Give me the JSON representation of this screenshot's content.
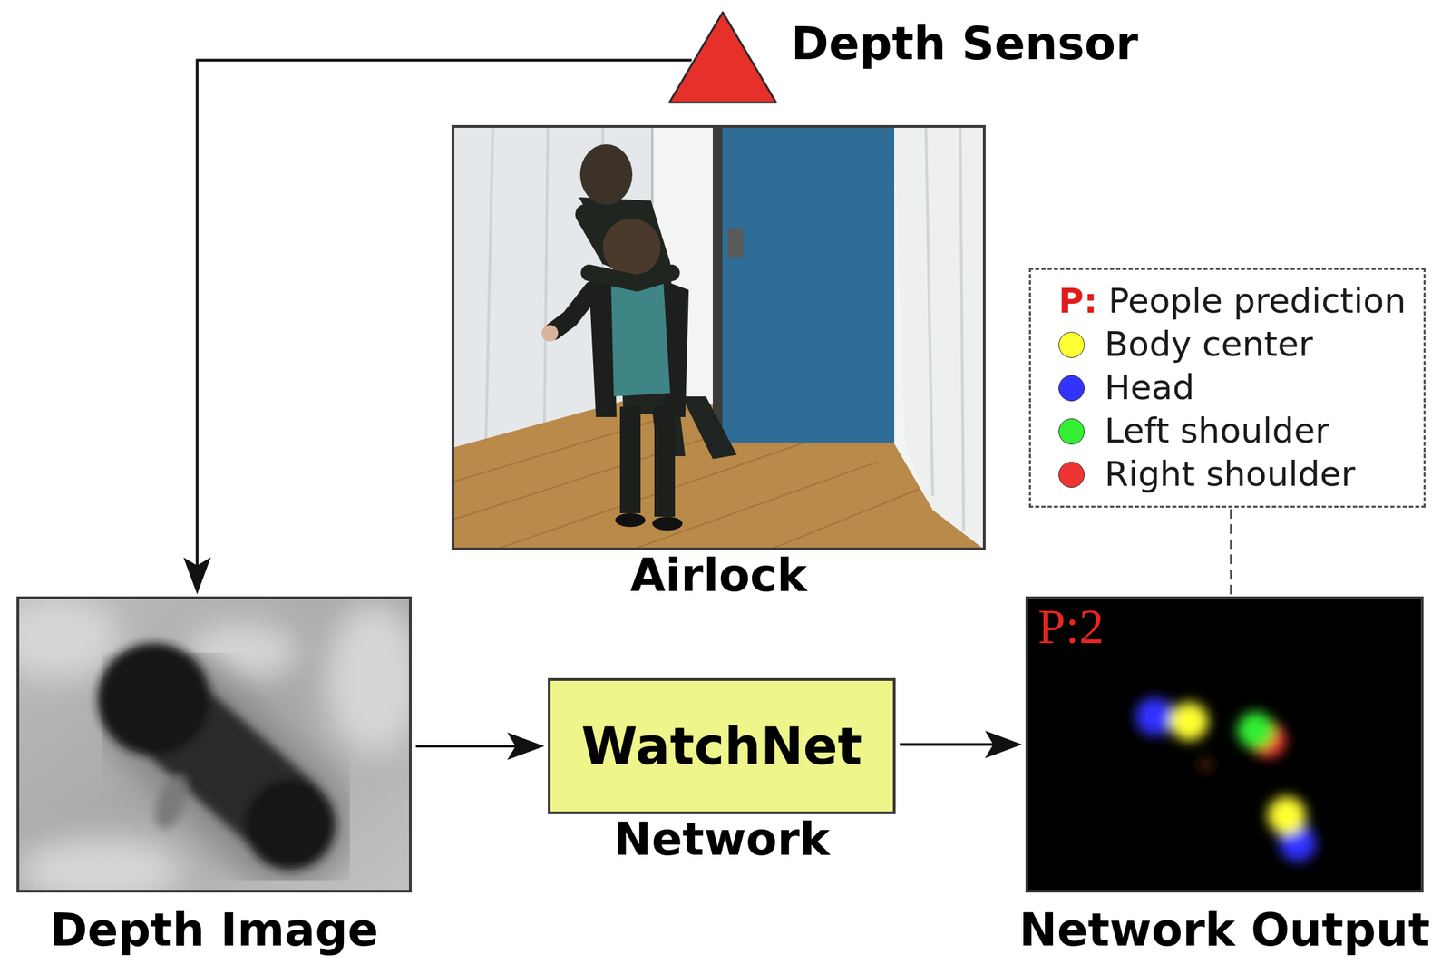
{
  "diagram": {
    "nodes": [
      {
        "text": [
          "Depth Sensor"
        ]
      },
      {
        "text": [
          "Airlock"
        ]
      },
      {
        "text": [
          "Depth Image"
        ]
      },
      {
        "text": [
          "WatchNet",
          "Network"
        ]
      },
      {
        "text": [
          "P:2",
          "Network Output"
        ]
      }
    ],
    "edges": [
      {
        "from": 0,
        "to": 2,
        "arrow": "to"
      },
      {
        "from": 2,
        "to": 3,
        "arrow": "to"
      },
      {
        "from": 3,
        "to": 4,
        "arrow": "to"
      }
    ],
    "legend": [
      {
        "text": "P: People prediction"
      },
      {
        "text": "Body center",
        "color": "#ffff33"
      },
      {
        "text": "Head",
        "color": "#3333ff"
      },
      {
        "text": "Left shoulder",
        "color": "#33ee33"
      },
      {
        "text": "Right shoulder",
        "color": "#ee3333"
      }
    ]
  }
}
